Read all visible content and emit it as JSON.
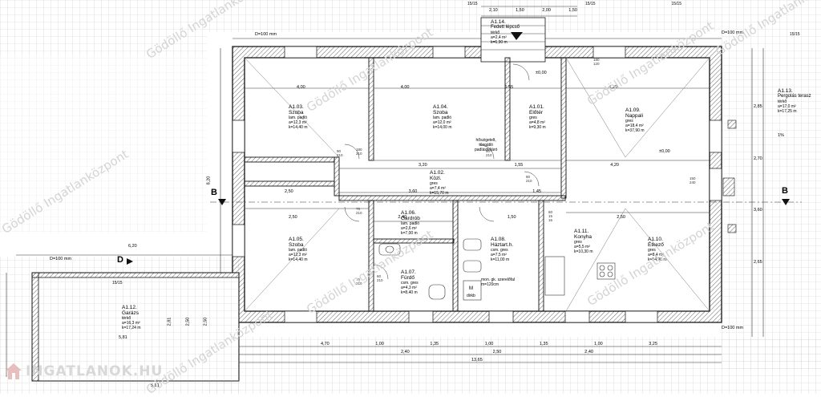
{
  "rooms": [
    {
      "id": "A1.03.",
      "name": "Szoba",
      "finish": "lam. padló",
      "area": "a=12,3 m²",
      "perim": "k=14,40 m"
    },
    {
      "id": "A1.04.",
      "name": "Szoba",
      "finish": "lam. padló",
      "area": "a=12,0 m²",
      "perim": "k=14,00 m"
    },
    {
      "id": "A1.01.",
      "name": "Előtér",
      "finish": "gres",
      "area": "a=4,8 m²",
      "perim": "k=9,30 m"
    },
    {
      "id": "A1.09.",
      "name": "Nappali",
      "finish": "gres",
      "area": "a=18,4 m²",
      "perim": "k=37,90 m"
    },
    {
      "id": "A1.02.",
      "name": "Közl.",
      "finish": "gres",
      "area": "a=7,4 m²",
      "perim": "k=15,70 m"
    },
    {
      "id": "A1.06.",
      "name": "Gardrób",
      "finish": "lam. padló",
      "area": "a=2,6 m²",
      "perim": "k=7,00 m"
    },
    {
      "id": "A1.05.",
      "name": "Szoba",
      "finish": "lam. padló",
      "area": "a=12,3 m²",
      "perim": "k=14,40 m"
    },
    {
      "id": "A1.07.",
      "name": "Fürdő",
      "finish": "csm. gres",
      "area": "a=4,3 m²",
      "perim": "k=8,40 m"
    },
    {
      "id": "A1.08.",
      "name": "Háztart.h.",
      "finish": "csm. gres",
      "area": "a=7,5 m²",
      "perim": "k=11,00 m"
    },
    {
      "id": "A1.11.",
      "name": "Konyha",
      "finish": "gres",
      "area": "a=5,5 m²",
      "perim": "k=10,30 m"
    },
    {
      "id": "A1.10.",
      "name": "Étkező",
      "finish": "gres",
      "area": "a=8,4 m²",
      "perim": "k=14,90 m"
    },
    {
      "id": "A1.12.",
      "name": "Garázs",
      "finish": "térkő",
      "area": "a=16,3 m²",
      "perim": "k=17,24 m"
    },
    {
      "id": "A1.13.",
      "name": "Pergolás terasz",
      "finish": "térkő",
      "area": "a=17,0 m²",
      "perim": "k=17,25 m"
    },
    {
      "id": "A1.14.",
      "name": "Fedett lépcső",
      "finish": "térkő",
      "area": "a=2,4 m²",
      "perim": "k=6,90 m"
    }
  ],
  "annotations": {
    "attic_note": [
      "hőszigetelt,",
      "tűzgátló",
      "padlásfeljáró"
    ],
    "meter_note": [
      "mon. gk. szerelőfal",
      "m=120cm"
    ],
    "level_1": "±0,00",
    "level_2": "±0,00",
    "d_label_1": "D=100 mm",
    "d_label_2": "D=100 mm",
    "d_label_3": "D=100 mm",
    "d_label_4": "D=100 mm",
    "section_b_left": "B",
    "section_b_right": "B",
    "section_d": "D",
    "slope_1": "1%",
    "slope_2": "15/15",
    "slope_3": "15/15",
    "slope_4": "15/15",
    "cabinet_label": "dirkb",
    "m_label": "M"
  },
  "dims": {
    "top_row": [
      "2,10",
      "1,50",
      "2,00",
      "1,50"
    ],
    "top_small": [
      "15/15",
      "15/15"
    ],
    "room_widths_top": [
      "4,00",
      "4,00",
      "1,55",
      "4,20"
    ],
    "room_widths_mid": [
      "3,20",
      "1,55",
      "4,20"
    ],
    "corridor": [
      "2,50",
      "3,60",
      "1,45"
    ],
    "lower_row": [
      "2,50",
      "2,40",
      "1,50",
      "2,50"
    ],
    "bottom_row_1": [
      "4,70",
      "1,00",
      "1,35",
      "1,00",
      "1,35",
      "1,00",
      "3,25"
    ],
    "bottom_row_2": [
      "2,40",
      "2,50",
      "2,40"
    ],
    "total": "13,65",
    "left_total": "6,20",
    "left_dim_1": "8,20",
    "left_dim_2": "5,81",
    "left_dim_3": "5,81",
    "garage_dims": [
      "2,81",
      "2,50",
      "2,50"
    ],
    "right_dims": [
      "2,85",
      "2,70",
      "3,60",
      "2,65"
    ],
    "door_dims": [
      "90",
      "210",
      "75",
      "210",
      "90",
      "210",
      "60",
      "210",
      "75",
      "210",
      "180",
      "210",
      "90",
      "210",
      "150",
      "240",
      "180",
      "120",
      "60",
      "15",
      "16"
    ]
  },
  "watermarks": [
    "Gödöllő Ingatlanközpont",
    "Gödöllő Ingatlanközpont",
    "Gödöllő Ingatlanközpont",
    "Gödöllő Ingatlanközpont",
    "Gödöllő Ingatlanközpont",
    "Gödöllő Ingatlanközpont",
    "Gödöllő Ingatlanközpont",
    "Gödöllő Ingatlanközpont"
  ],
  "logo": "INGATLANOK.HU"
}
